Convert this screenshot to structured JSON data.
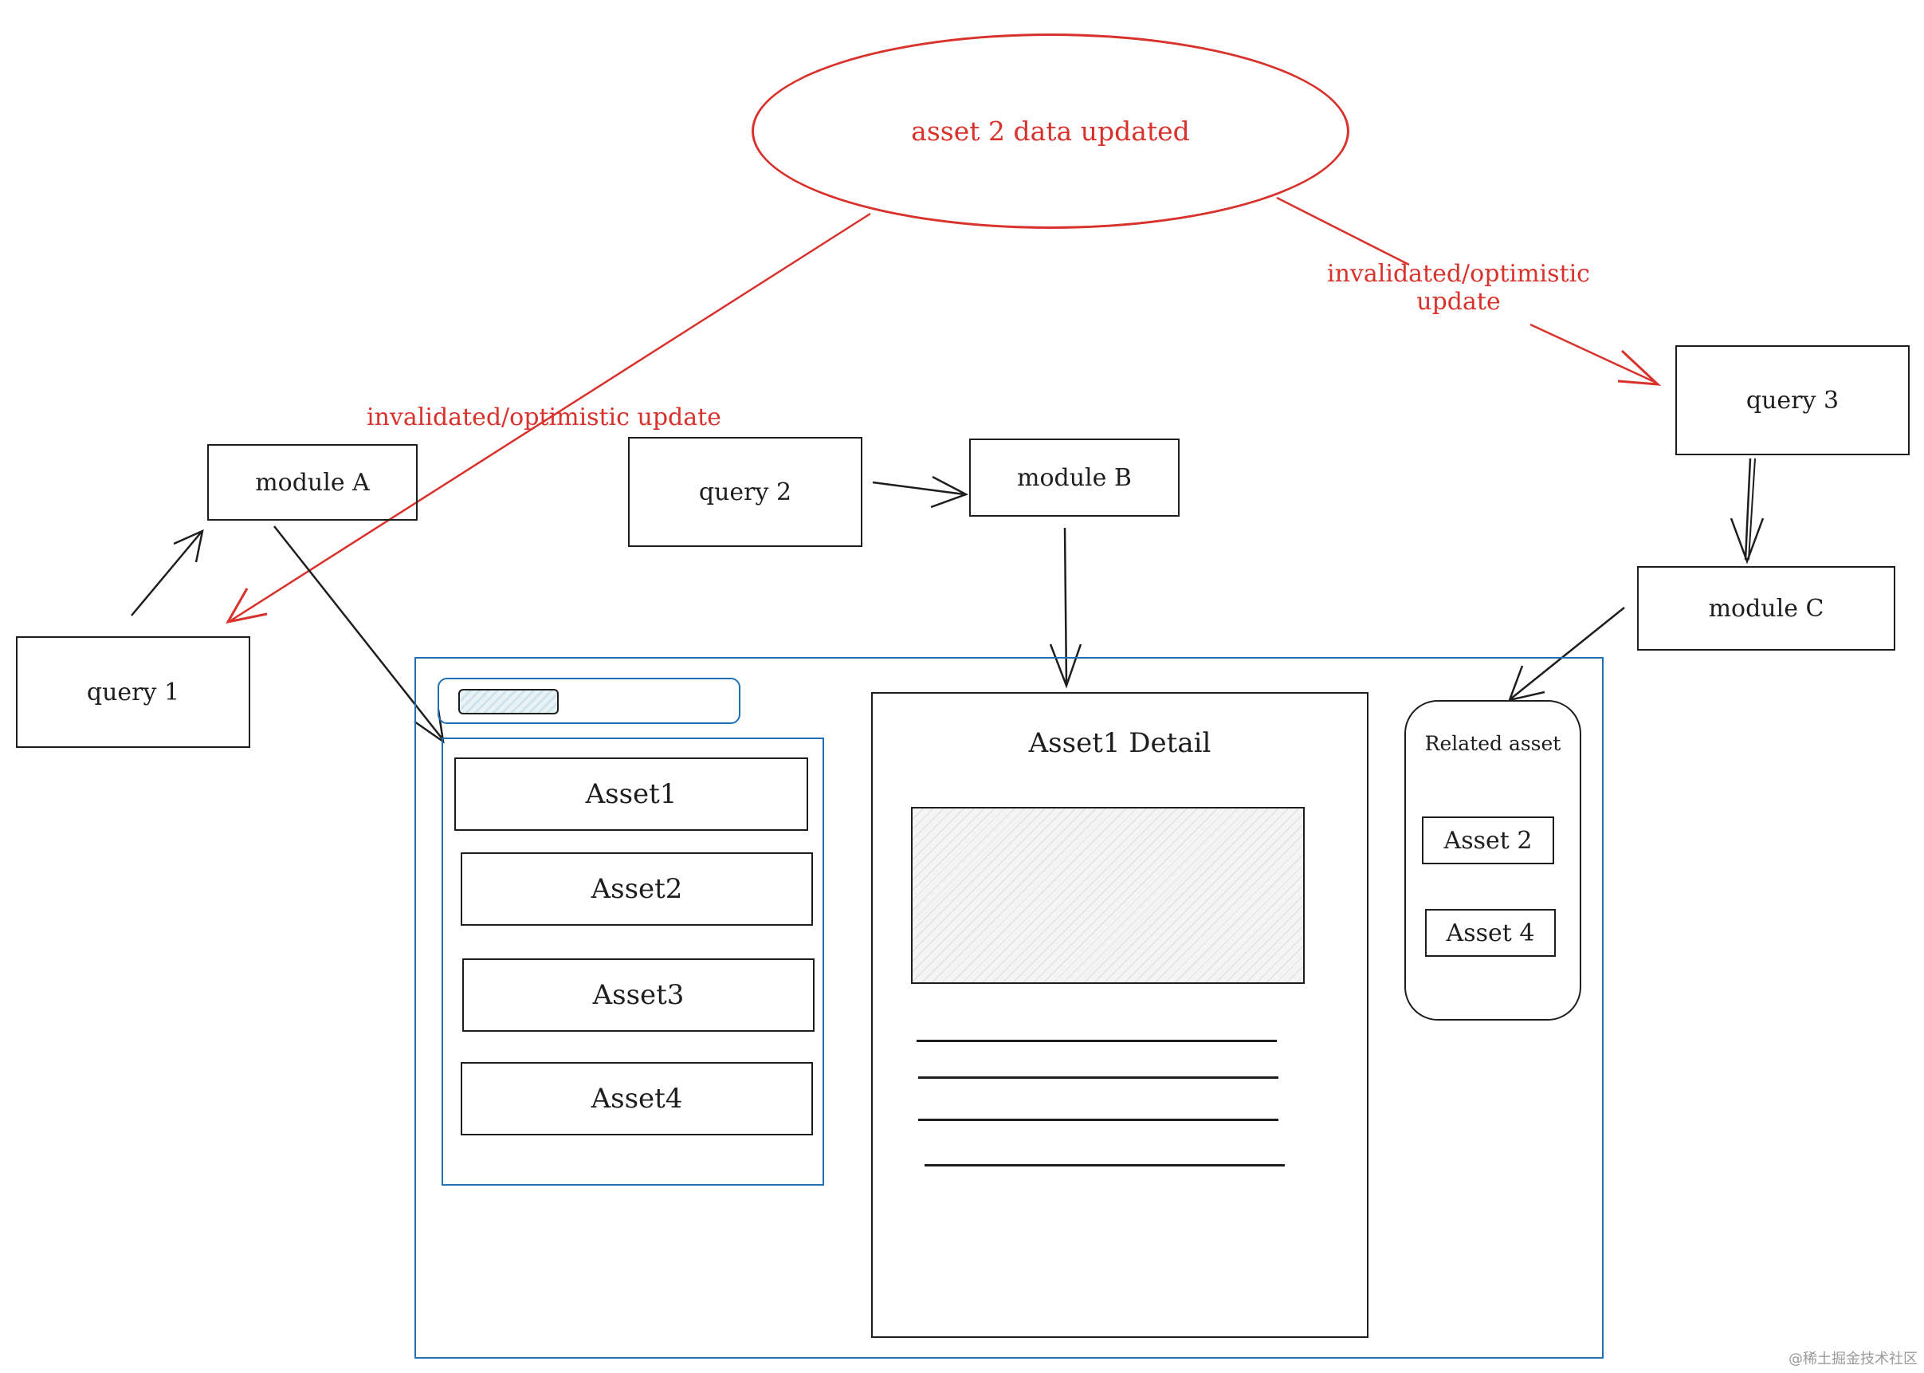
{
  "event": {
    "label": "asset 2 data updated"
  },
  "edge_labels": {
    "left": "invalidated/optimistic update",
    "right_line1": "invalidated/optimistic",
    "right_line2": "update"
  },
  "nodes": {
    "query1": "query 1",
    "query2": "query 2",
    "query3": "query 3",
    "moduleA": "module A",
    "moduleB": "module B",
    "moduleC": "module C"
  },
  "app": {
    "asset_list": [
      "Asset1",
      "Asset2",
      "Asset3",
      "Asset4"
    ],
    "detail_title": "Asset1 Detail",
    "related_title": "Related asset",
    "related_items": [
      "Asset 2",
      "Asset 4"
    ]
  },
  "colors": {
    "event": "#d9312b",
    "app_frame": "#1f6fb5",
    "ink": "#1e1e1e"
  },
  "watermark": "@稀土掘金技术社区"
}
